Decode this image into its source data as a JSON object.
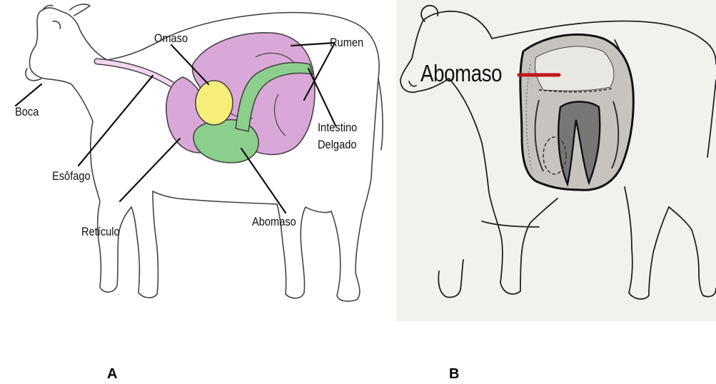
{
  "panel_a": {
    "caption": "A",
    "labels": {
      "omaso": "Omaso",
      "rumen": "Rumen",
      "boca": "Boca",
      "intestino": "Intestino",
      "delgado": "Delgado",
      "esofago": "Esôfago",
      "reticulo": "Retículo",
      "abomaso": "Abomaso"
    },
    "colors": {
      "rumen_reticulo": "#d9a8d8",
      "omaso": "#f5ef7a",
      "abomaso_intestino": "#8ccf8c",
      "outline": "#333333"
    }
  },
  "panel_b": {
    "caption": "B",
    "label": "Abomaso",
    "colors": {
      "pointer": "#c0161c",
      "background": "#f2f1ee"
    }
  }
}
